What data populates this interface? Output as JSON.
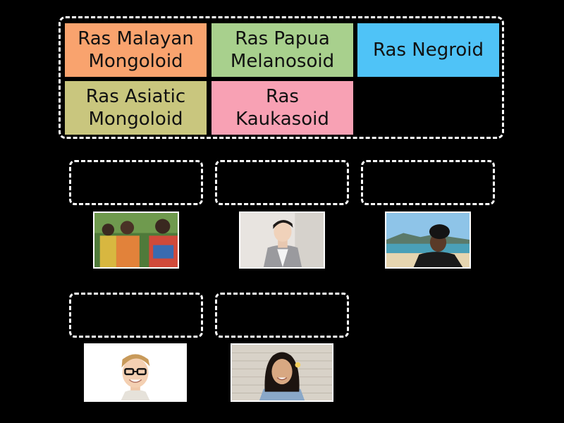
{
  "word_bank": {
    "tiles": [
      {
        "label": "Ras Malayan Mongoloid",
        "color": "#f9a36e"
      },
      {
        "label": "Ras Papua Melanosoid",
        "color": "#a8d08d"
      },
      {
        "label": "Ras Negroid",
        "color": "#4fc3f7"
      },
      {
        "label": "Ras Asiatic Mongoloid",
        "color": "#c9c67e"
      },
      {
        "label": "Ras Kaukasoid",
        "color": "#f8a1b4"
      }
    ]
  },
  "icons": {
    "photo_1": "group-of-african-women-photo",
    "photo_2": "asian-man-in-suit-photo",
    "photo_3": "papuan-man-beach-photo",
    "photo_4": "caucasian-man-glasses-photo",
    "photo_5": "southeast-asian-woman-photo"
  }
}
